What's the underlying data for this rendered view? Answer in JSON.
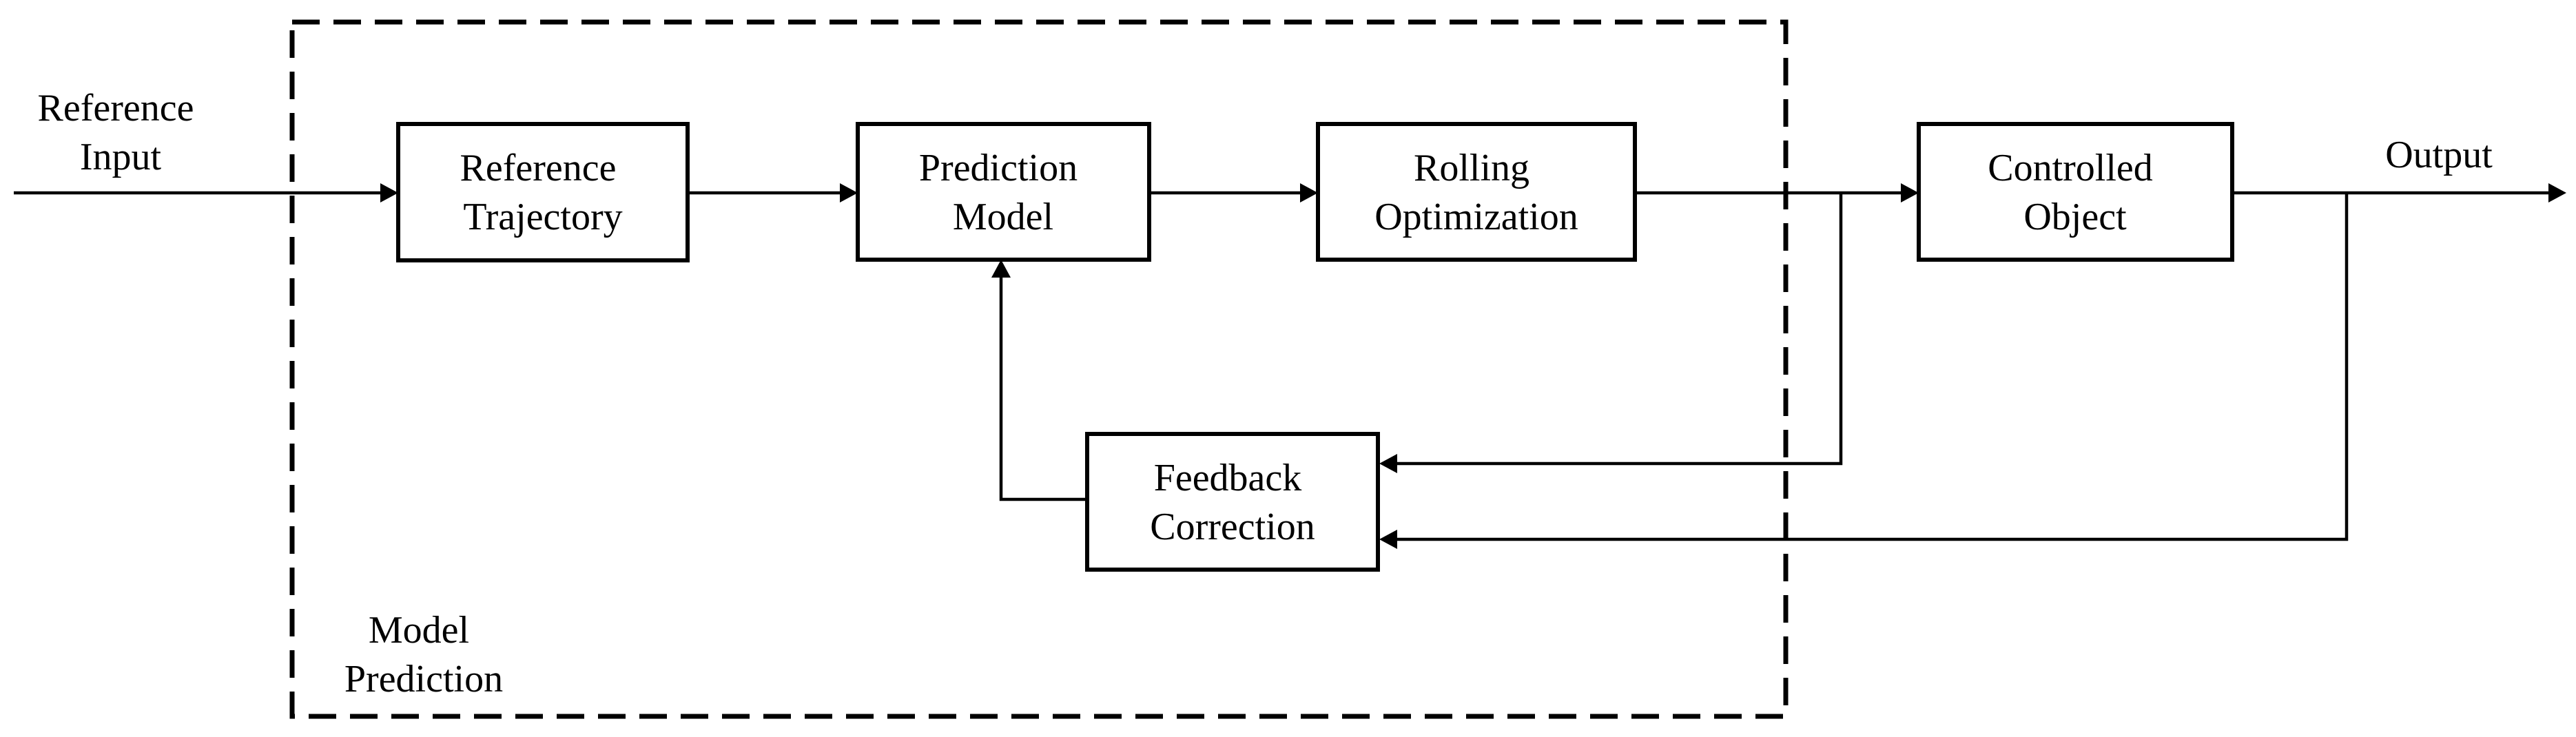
{
  "diagram": {
    "region_label": [
      "Model",
      "Prediction"
    ],
    "input_label": [
      "Reference",
      "Input"
    ],
    "output_label": "Output",
    "blocks": {
      "reference_trajectory": [
        "Reference",
        "Trajectory"
      ],
      "prediction_model": [
        "Prediction",
        "Model"
      ],
      "rolling_optimization": [
        "Rolling",
        "Optimization"
      ],
      "controlled_object": [
        "Controlled",
        "Object"
      ],
      "feedback_correction": [
        "Feedback",
        "Correction"
      ]
    }
  }
}
